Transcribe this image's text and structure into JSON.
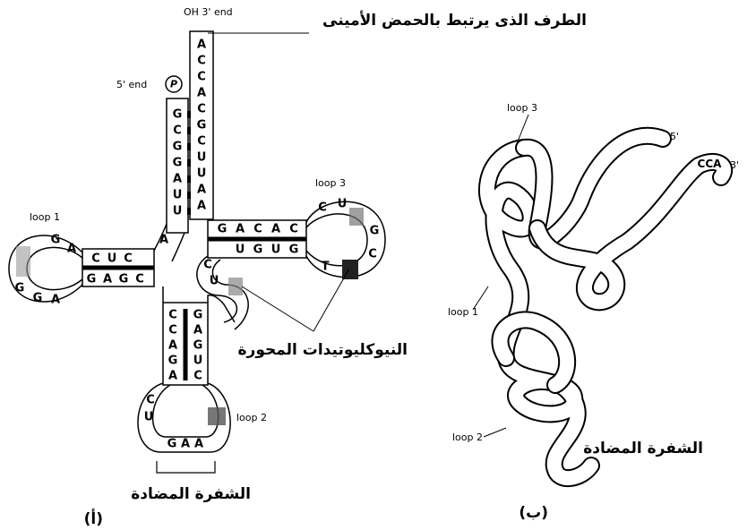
{
  "labels": {
    "oh_3_end": "OH  3' end",
    "end_5": "5' end",
    "p": "P",
    "amino_acid_end_ar": "الطرف الذى يرتبط بالحمض الأمينى",
    "loop1": "loop 1",
    "loop2": "loop 2",
    "loop3": "loop 3",
    "modified_nucleotides_ar": "النيوكليوتيدات المحورة",
    "anticodon_ar": "الشفرة المضادة",
    "panel_a": "(أ)",
    "panel_b": "(ب)",
    "b_loop3": "loop 3",
    "b_loop1": "loop 1",
    "b_loop2": "loop 2",
    "b_5": "5'",
    "b_cca": "CCA",
    "b_3": "3'",
    "b_anticodon_ar": "الشفرة المضادة"
  },
  "acceptor_3_strand": [
    "A",
    "C",
    "C",
    "A",
    "C",
    "G",
    "C",
    "U",
    "U",
    "A",
    "A"
  ],
  "acceptor_5_strand": [
    "G",
    "C",
    "G",
    "G",
    "A",
    "U",
    "U"
  ],
  "d_arm_top": [
    "C",
    "U",
    "C"
  ],
  "d_arm_bottom": [
    "G",
    "A",
    "G",
    "C"
  ],
  "d_loop": [
    "G",
    "A",
    "G",
    "G",
    "A"
  ],
  "t_arm_top": [
    "G",
    "A",
    "C",
    "A",
    "C"
  ],
  "t_arm_bottom": [
    "U",
    "G",
    "U",
    "G"
  ],
  "t_loop": [
    "C",
    "U",
    "G",
    "C",
    "T"
  ],
  "anticodon_left": [
    "C",
    "C",
    "A",
    "G",
    "A"
  ],
  "anticodon_right": [
    "G",
    "A",
    "G",
    "U",
    "C"
  ],
  "anticodon_loop": [
    "C",
    "U",
    "G",
    "A",
    "A"
  ],
  "variable": [
    "C",
    "U"
  ],
  "junction": [
    "A"
  ]
}
